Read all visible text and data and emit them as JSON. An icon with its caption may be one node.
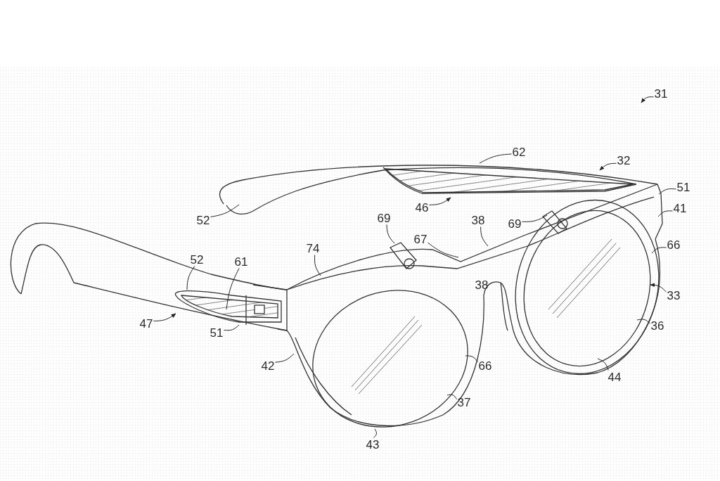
{
  "diagram": {
    "nodes": [
      {
        "text": [
          "31"
        ]
      },
      {
        "text": [
          "62"
        ]
      },
      {
        "text": [
          "32"
        ]
      },
      {
        "text": [
          "51"
        ]
      },
      {
        "text": [
          "52"
        ]
      },
      {
        "text": [
          "46"
        ]
      },
      {
        "text": [
          "41"
        ]
      },
      {
        "text": [
          "69"
        ]
      },
      {
        "text": [
          "38"
        ]
      },
      {
        "text": [
          "69"
        ]
      },
      {
        "text": [
          "67"
        ]
      },
      {
        "text": [
          "66"
        ]
      },
      {
        "text": [
          "74"
        ]
      },
      {
        "text": [
          "52"
        ]
      },
      {
        "text": [
          "61"
        ]
      },
      {
        "text": [
          "33"
        ]
      },
      {
        "text": [
          "47"
        ]
      },
      {
        "text": [
          "36"
        ]
      },
      {
        "text": [
          "51"
        ]
      },
      {
        "text": [
          "42"
        ]
      },
      {
        "text": [
          "66"
        ]
      },
      {
        "text": [
          "44"
        ]
      },
      {
        "text": [
          "37"
        ]
      },
      {
        "text": [
          "43"
        ]
      }
    ],
    "edges": [
      {
        "from": 0,
        "to": null,
        "arrow": "to"
      },
      {
        "from": 1,
        "to": null,
        "arrow": "none"
      },
      {
        "from": 2,
        "to": null,
        "arrow": "to"
      },
      {
        "from": 3,
        "to": null,
        "arrow": "none"
      },
      {
        "from": 4,
        "to": null,
        "arrow": "none"
      },
      {
        "from": 5,
        "to": null,
        "arrow": "to"
      },
      {
        "from": 6,
        "to": null,
        "arrow": "none"
      },
      {
        "from": 7,
        "to": null,
        "arrow": "none"
      },
      {
        "from": 8,
        "to": null,
        "arrow": "none"
      },
      {
        "from": 9,
        "to": null,
        "arrow": "none"
      },
      {
        "from": 10,
        "to": null,
        "arrow": "none"
      },
      {
        "from": 11,
        "to": null,
        "arrow": "none"
      },
      {
        "from": 12,
        "to": null,
        "arrow": "none"
      },
      {
        "from": 13,
        "to": null,
        "arrow": "none"
      },
      {
        "from": 14,
        "to": null,
        "arrow": "none"
      },
      {
        "from": 15,
        "to": null,
        "arrow": "to"
      },
      {
        "from": 16,
        "to": null,
        "arrow": "to"
      },
      {
        "from": 17,
        "to": null,
        "arrow": "none"
      },
      {
        "from": 18,
        "to": null,
        "arrow": "none"
      },
      {
        "from": 19,
        "to": null,
        "arrow": "none"
      },
      {
        "from": 20,
        "to": null,
        "arrow": "none"
      },
      {
        "from": 21,
        "to": null,
        "arrow": "none"
      },
      {
        "from": 22,
        "to": null,
        "arrow": "none"
      },
      {
        "from": 23,
        "to": null,
        "arrow": "none"
      }
    ],
    "labels": [
      "38"
    ]
  }
}
